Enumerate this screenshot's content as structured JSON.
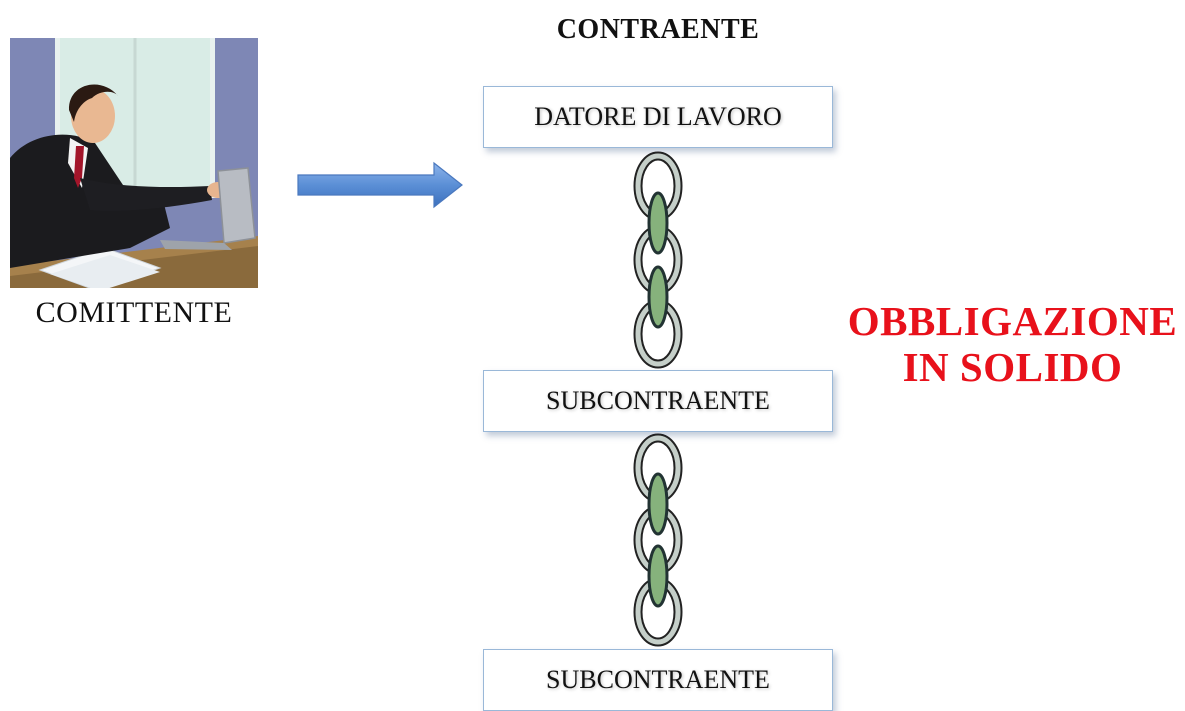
{
  "diagram": {
    "header": "CONTRAENTE",
    "client": {
      "label": "COMITTENTE",
      "illustration": "businessman-at-laptop-illustration"
    },
    "arrow": "right-arrow-icon",
    "chain_levels": [
      {
        "label": "DATORE DI LAVORO"
      },
      {
        "label": "SUBCONTRAENTE"
      },
      {
        "label": "SUBCONTRAENTE"
      }
    ],
    "link_icon": "chain-icon",
    "liability": {
      "line1": "OBBLIGAZIONE",
      "line2": "IN SOLIDO",
      "color": "#e8111b"
    },
    "colors": {
      "arrow": "#5b8fd6",
      "box_border": "#9ab8d8",
      "chain_outer": "#c5cfc9",
      "chain_inner": "#86b27c"
    }
  }
}
